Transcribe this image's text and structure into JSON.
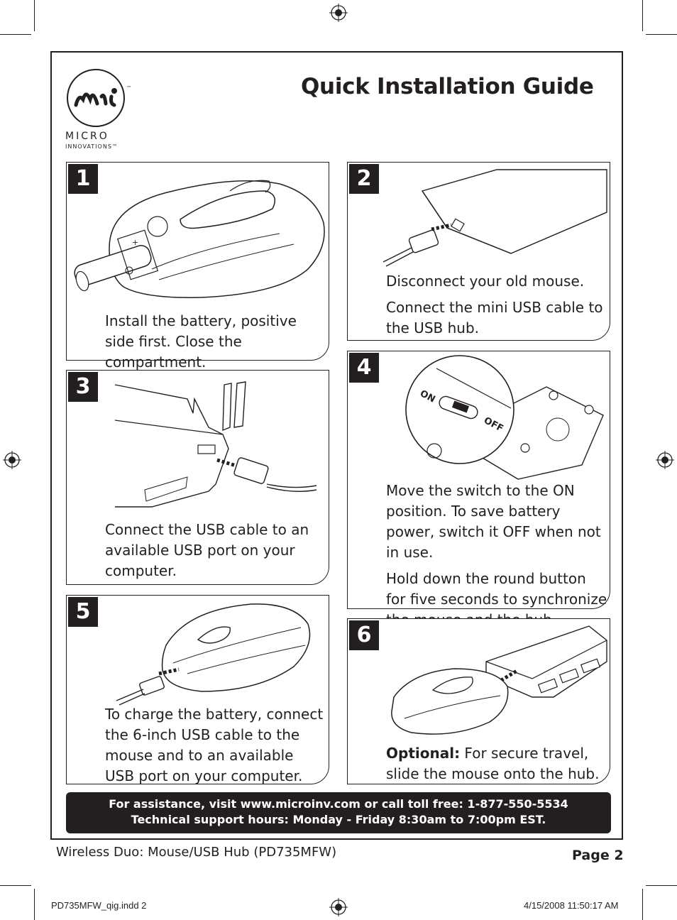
{
  "page_title": "Quick Installation Guide",
  "logo": {
    "mark": "mi",
    "wordmark_line1": "MICRO",
    "wordmark_line2": "INNOVATIONS™",
    "trademark": "™",
    "icon": "micro-innovations-logo"
  },
  "steps": [
    {
      "number": "1",
      "paragraphs": [
        "Install the battery, positive side first. Close the compartment."
      ]
    },
    {
      "number": "2",
      "paragraphs": [
        "Disconnect your old mouse.",
        "Connect the mini USB cable to the USB hub."
      ]
    },
    {
      "number": "3",
      "paragraphs": [
        "Connect the USB cable to an available USB port on your computer."
      ]
    },
    {
      "number": "4",
      "paragraphs": [
        "Move the switch to the ON position. To save battery power, switch it OFF when not in use.",
        "Hold down the round button for five seconds to synchronize the mouse and the hub."
      ]
    },
    {
      "number": "5",
      "paragraphs": [
        "To charge the battery, connect the 6-inch USB cable to the mouse and to an available USB port on your computer."
      ]
    },
    {
      "number": "6",
      "optional_label": "Optional:",
      "paragraphs": [
        "For secure travel, slide the mouse onto the hub."
      ]
    }
  ],
  "illustration_labels": {
    "switch_on": "ON",
    "switch_off": "OFF",
    "battery_plus": "+"
  },
  "assistance": {
    "line1": "For assistance, visit www.microinv.com or call toll free: 1-877-550-5534",
    "line2": "Technical support hours: Monday - Friday 8:30am to 7:00pm EST."
  },
  "footer": {
    "product": "Wireless Duo: Mouse/USB Hub (PD735MFW)",
    "page": "Page 2"
  },
  "print_slug": {
    "file": "PD735MFW_qig.indd   2",
    "timestamp": "4/15/2008   11:50:17 AM"
  },
  "colors": {
    "ink": "#231f20",
    "paper": "#ffffff"
  }
}
